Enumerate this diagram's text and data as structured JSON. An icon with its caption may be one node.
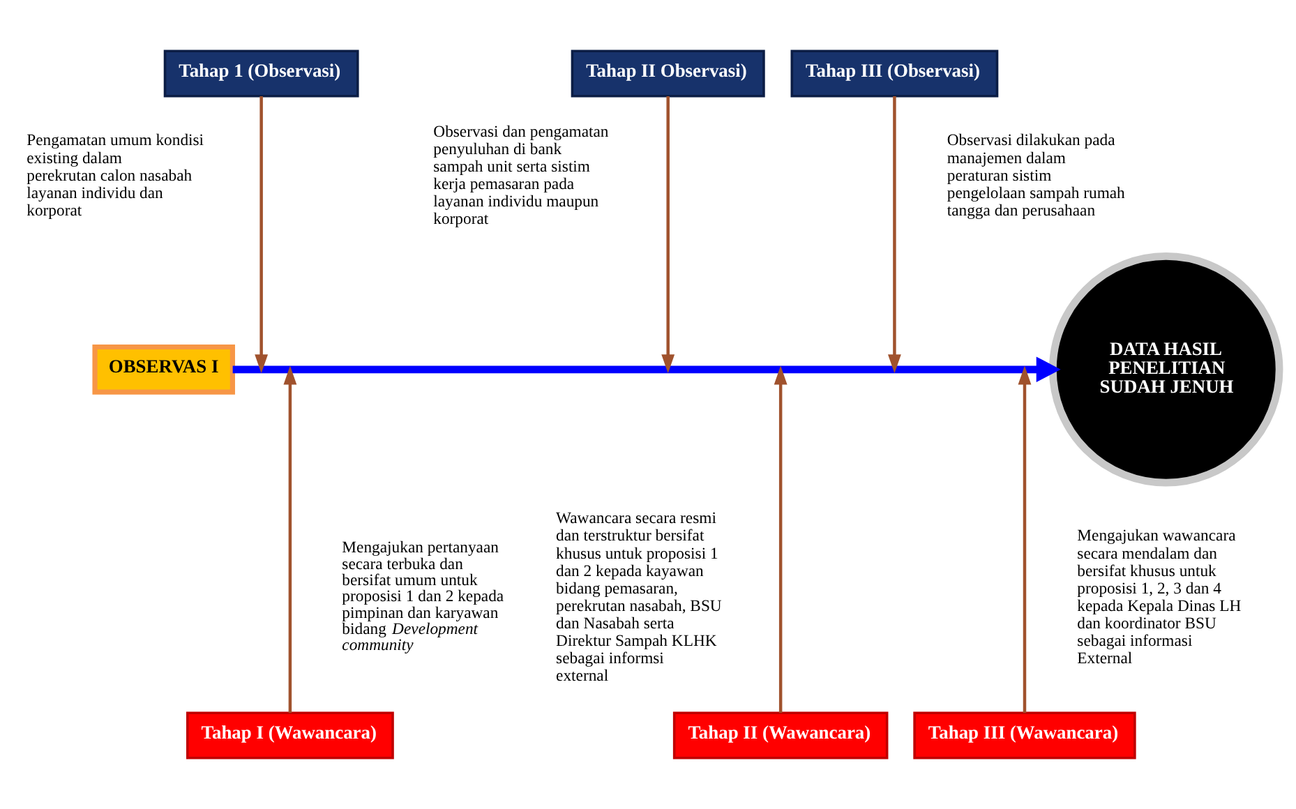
{
  "diagram": {
    "nodes": [
      {
        "text": [
          "OBSERVAS I"
        ]
      },
      {
        "text": [
          "DATA HASIL PENELITIAN SUDAH JENUH"
        ]
      },
      {
        "text": [
          "Tahap 1 (Observasi)"
        ]
      },
      {
        "text": [
          "Tahap II Observasi)"
        ]
      },
      {
        "text": [
          "Tahap III (Observasi)"
        ]
      },
      {
        "text": [
          "Tahap I (Wawancara)"
        ]
      },
      {
        "text": [
          "Tahap II (Wawancara)"
        ]
      },
      {
        "text": [
          "Tahap III (Wawancara)"
        ]
      }
    ],
    "edges": [
      {
        "from": 0,
        "to": 1,
        "arrow": "to",
        "style": "thick",
        "color": "#0000ff"
      },
      {
        "from": 2,
        "to": null,
        "arrow": "to"
      },
      {
        "from": 5,
        "to": null,
        "arrow": "to"
      },
      {
        "from": 3,
        "to": null,
        "arrow": "to"
      },
      {
        "from": 6,
        "to": null,
        "arrow": "to"
      },
      {
        "from": 4,
        "to": null,
        "arrow": "to"
      },
      {
        "from": 7,
        "to": null,
        "arrow": "to"
      }
    ],
    "labels": [
      "Pengamatan umum kondisi existing dalam perekrutan calon nasabah layanan individu dan korporat",
      "Observasi dan pengamatan penyuluhan di bank sampah unit serta sistim kerja pemasaran pada layanan individu maupun korporat",
      "Observasi dilakukan pada manajemen dalam peraturan sistim pengelolaan sampah rumah tangga dan perusahaan",
      "Mengajukan pertanyaan secara terbuka dan bersifat umum untuk proposisi 1 dan 2 kepada pimpinan dan karyawan bidang *Development community*",
      "Wawancara secara resmi dan terstruktur bersifat khusus untuk proposisi 1 dan 2 kepada kayawan bidang pemasaran, perekrutan nasabah, BSU dan Nasabah serta Direktur Sampah KLHK sebagai informsi external",
      "Mengajukan wawancara secara mendalam dan bersifat khusus untuk proposisi 1, 2, 3 dan 4 kepada Kepala Dinas LH dan koordinator BSU sebagai informasi External"
    ]
  }
}
